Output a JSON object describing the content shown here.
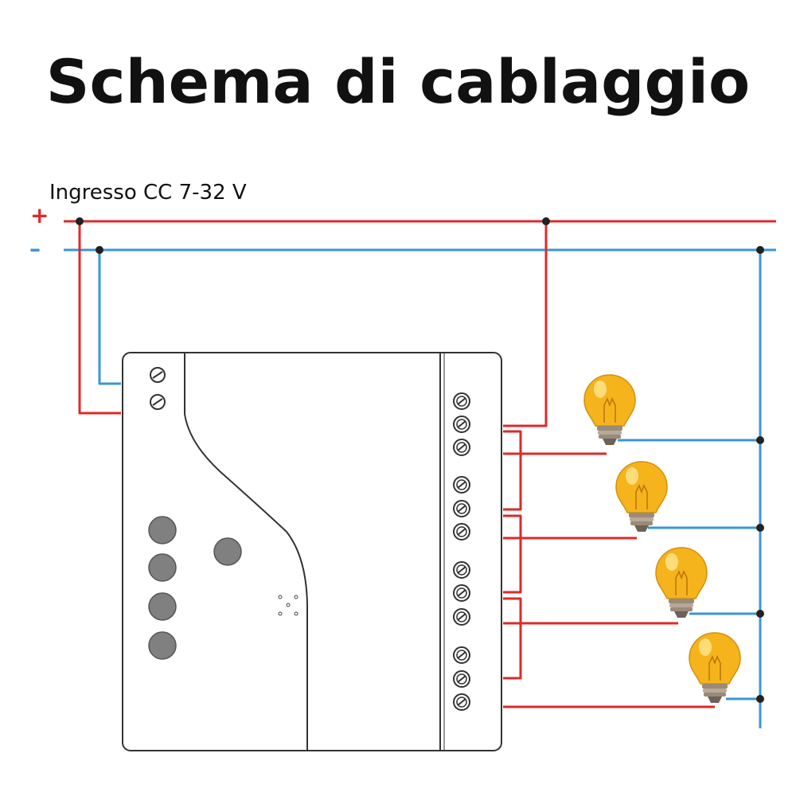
{
  "title": "Schema di cablaggio",
  "input_label": "Ingresso CC 7-32 V",
  "polarity": {
    "positive": "+",
    "negative": "–"
  },
  "colors": {
    "positive_wire": "#dd2a2a",
    "negative_wire": "#3a96d8",
    "junction_dot": "#222222",
    "device_outline": "#333333",
    "button": "#808080",
    "bulb_glass": "#f5b41c",
    "bulb_base": "#9a8a78"
  },
  "components": {
    "module": "relay-module",
    "channels": 4,
    "terminals_per_channel": 3,
    "power_terminals": 2,
    "buttons": 5,
    "lamps": 4
  }
}
